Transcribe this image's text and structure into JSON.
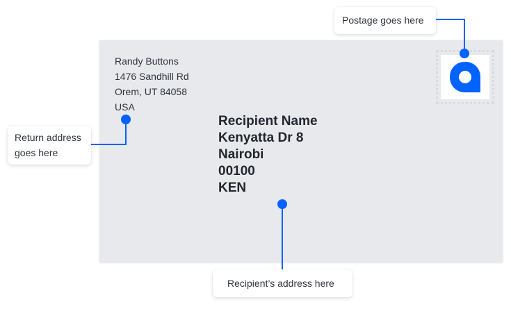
{
  "return_address": {
    "name": "Randy Buttons",
    "street": "1476 Sandhill Rd",
    "city_line": "Orem, UT 84058",
    "country": "USA"
  },
  "recipient_address": {
    "name": "Recipient Name",
    "street": "Kenyatta Dr 8",
    "city": "Nairobi",
    "postal_code": "00100",
    "country": "KEN"
  },
  "callouts": {
    "postage": "Postage goes here",
    "return_address": "Return address goes here",
    "recipient_address": "Recipient’s address here"
  },
  "colors": {
    "accent": "#0062ff",
    "envelope": "#e8e9ec",
    "text": "#2f3440"
  },
  "icons": {
    "stamp_logo": "speech-bubble-a-logo-icon"
  }
}
